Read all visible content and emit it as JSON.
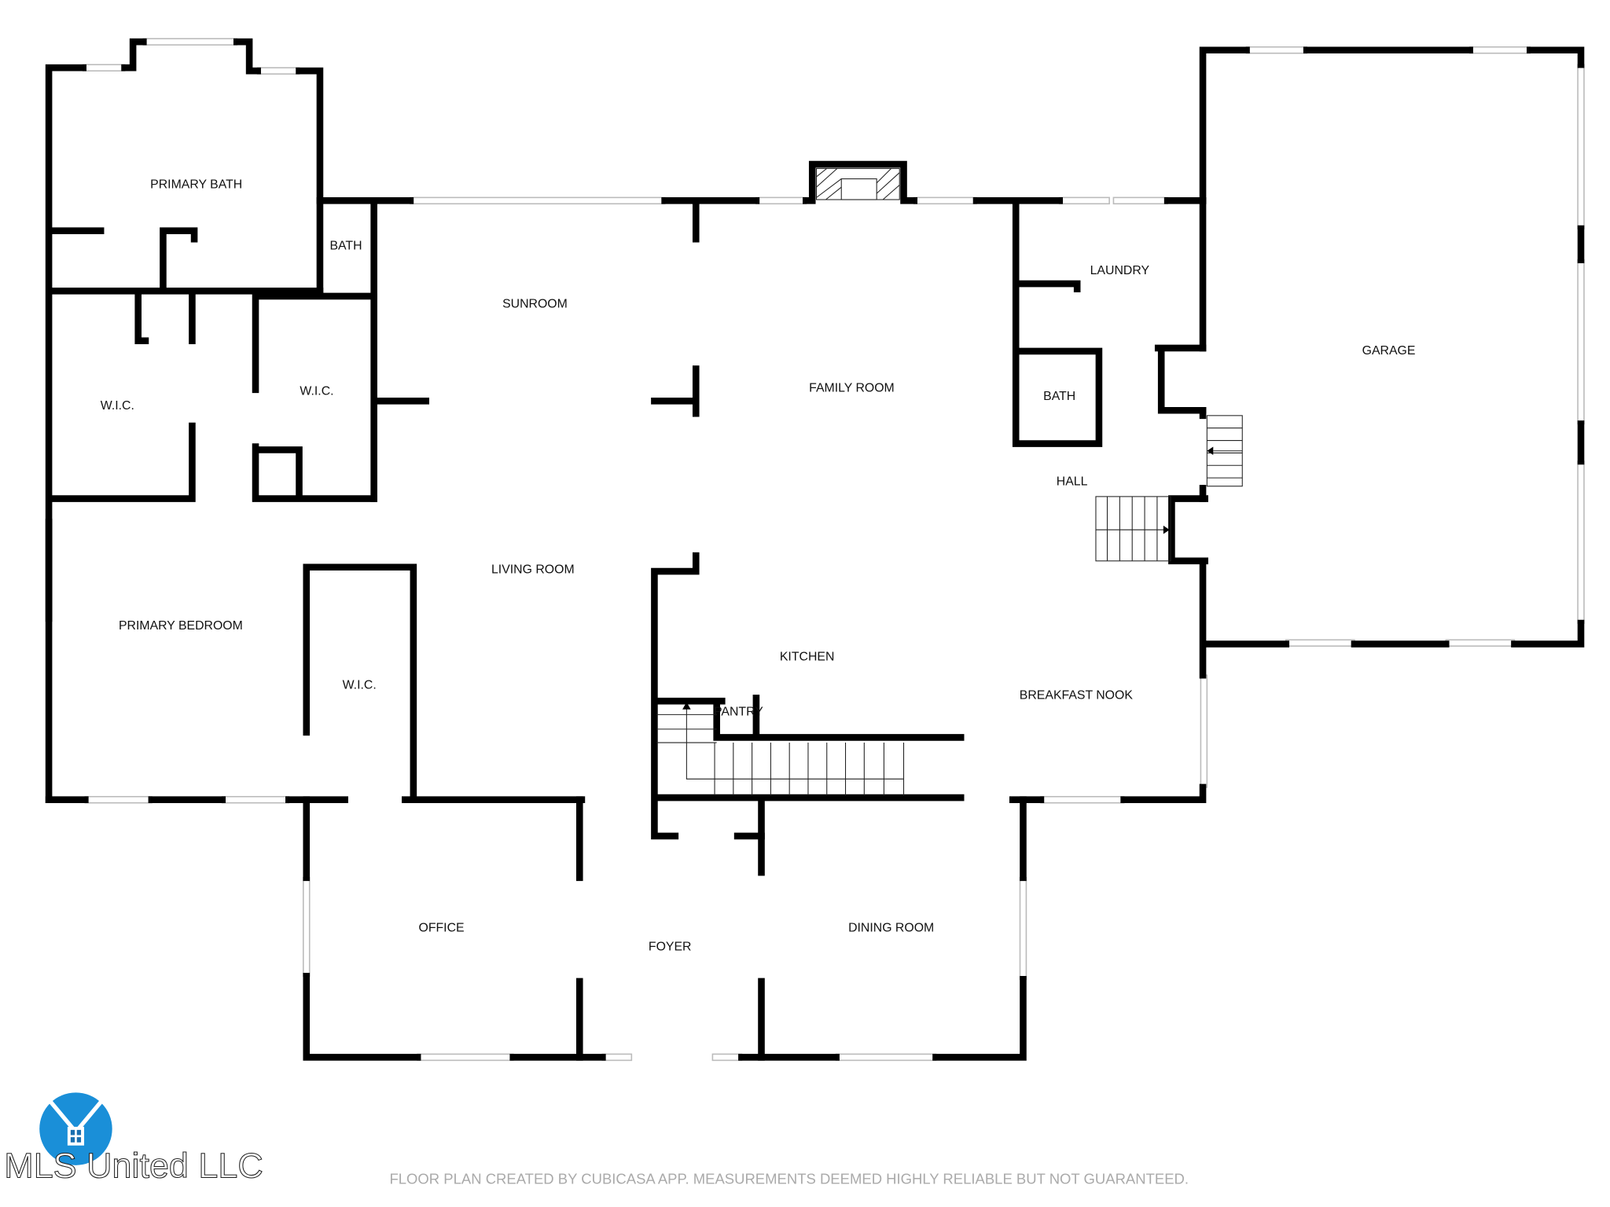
{
  "rooms": {
    "primary_bath": "PRIMARY BATH",
    "bath_1": "BATH",
    "sunroom": "SUNROOM",
    "family_room": "FAMILY ROOM",
    "laundry": "LAUNDRY",
    "garage": "GARAGE",
    "wic_1": "W.I.C.",
    "wic_2": "W.I.C.",
    "bath_2": "BATH",
    "hall": "HALL",
    "living_room": "LIVING ROOM",
    "primary_bedroom": "PRIMARY BEDROOM",
    "wic_3": "W.I.C.",
    "kitchen": "KITCHEN",
    "pantry": "PANTRY",
    "breakfast_nook": "BREAKFAST NOOK",
    "office": "OFFICE",
    "foyer": "FOYER",
    "dining_room": "DINING ROOM"
  },
  "footer": {
    "disclaimer": "FLOOR PLAN CREATED BY CUBICASA APP. MEASUREMENTS DEEMED HIGHLY RELIABLE BUT NOT GUARANTEED.",
    "brand": "MLS United LLC"
  },
  "colors": {
    "wall": "#000000",
    "logo_blue": "#1a8fd8"
  }
}
